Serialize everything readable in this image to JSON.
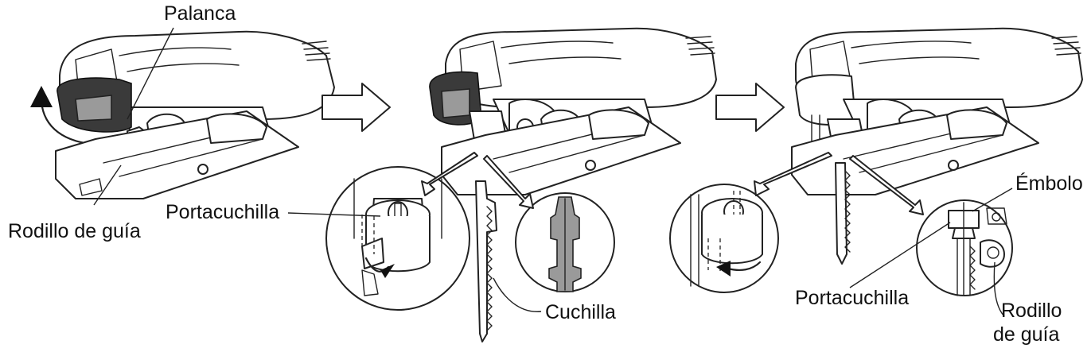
{
  "labels": {
    "palanca": "Palanca",
    "rodillo_de_guia_1": "Rodillo de guía",
    "portacuchilla_1": "Portacuchilla",
    "cuchilla": "Cuchilla",
    "embolo": "Émbolo",
    "portacuchilla_2": "Portacuchilla",
    "rodillo_2_line1": "Rodillo",
    "rodillo_2_line2": "de guía"
  }
}
